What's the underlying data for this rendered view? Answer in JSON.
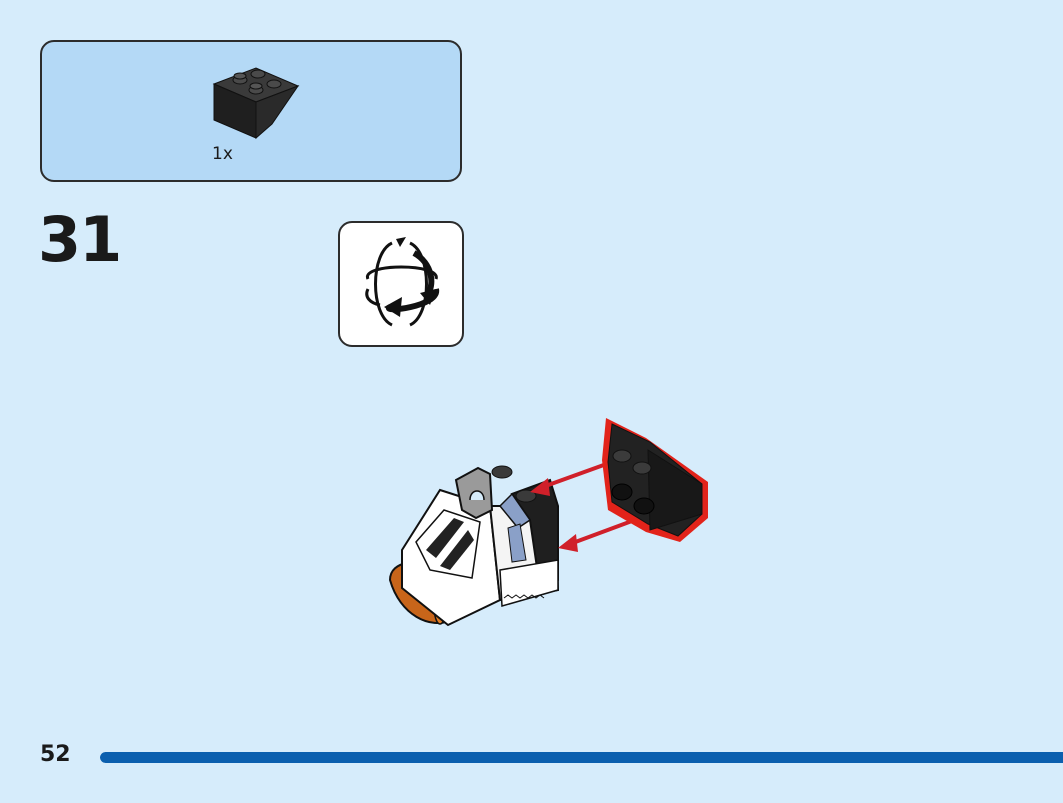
{
  "parts": [
    {
      "icon": "black-inverted-slope-brick-icon",
      "quantity": "1x"
    }
  ],
  "step": {
    "number": "31"
  },
  "rotate_callout": {
    "icon": "rotate-model-icon"
  },
  "assembly": {
    "icon": "assembly-illustration"
  },
  "page": {
    "number": "52",
    "progress_fraction": 1.0
  },
  "colors": {
    "background": "#d6ecfb",
    "parts_box": "#b4d9f6",
    "progress": "#0b5fae",
    "highlight": "#e2231a",
    "arrow": "#d0202a"
  }
}
